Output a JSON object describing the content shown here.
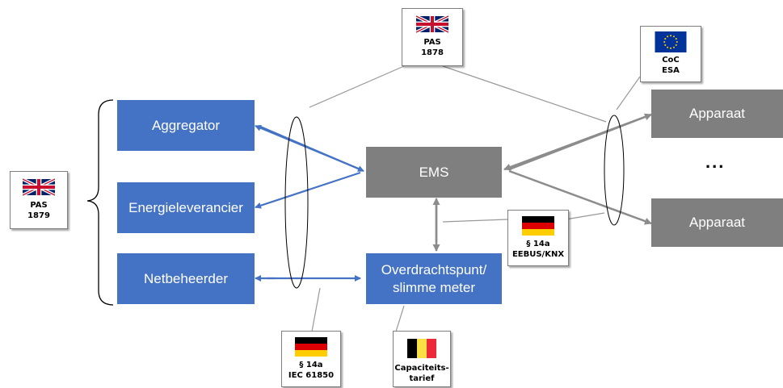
{
  "boxes": {
    "aggregator": "Aggregator",
    "energy_supplier": "Energieleverancier",
    "grid_operator": "Netbeheerder",
    "ems": "EMS",
    "transfer_point": "Overdrachtspunt/ slimme meter",
    "device_1": "Apparaat",
    "device_2": "Apparaat",
    "ellipsis": "..."
  },
  "cards": {
    "pas_1878": {
      "line1": "PAS",
      "line2": "1878",
      "flag": "uk-flag-icon"
    },
    "pas_1879": {
      "line1": "PAS",
      "line2": "1879",
      "flag": "uk-flag-icon"
    },
    "coc_esa": {
      "line1": "CoC",
      "line2": "ESA",
      "flag": "eu-flag-icon"
    },
    "s14a_eebus": {
      "line1": "§ 14a",
      "line2": "EEBUS/KNX",
      "flag": "german-flag-icon"
    },
    "s14a_iec": {
      "line1": "§ 14a",
      "line2": "IEC 61850",
      "flag": "german-flag-icon"
    },
    "capacity_tariff": {
      "line1": "Capaciteits-",
      "line2": "tarief",
      "flag": "belgian-flag-icon"
    }
  },
  "colors": {
    "blue_box": "#4472c4",
    "gray_box": "#7f7f7f",
    "blue_arrow": "#4472c4",
    "gray_arrow": "#8c8c8c"
  }
}
